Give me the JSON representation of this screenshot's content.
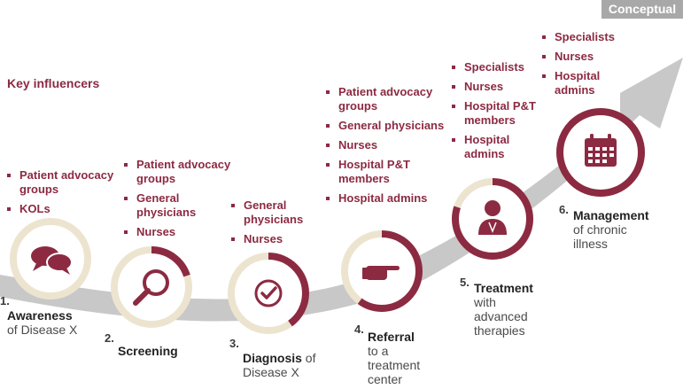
{
  "badge": "Conceptual",
  "key_influencers_label": "Key influencers",
  "colors": {
    "maroon": "#8c2a42",
    "ring_light": "#ede4d0",
    "road_gray": "#c8c8c8"
  },
  "stages": [
    {
      "number": "1.",
      "name": "Awareness",
      "desc": "of Disease X",
      "icon": "speech-bubbles-icon",
      "progress": 0.0,
      "influencers": [
        "Patient advocacy groups",
        "KOLs"
      ]
    },
    {
      "number": "2.",
      "name": "Screening",
      "desc": "",
      "icon": "magnifier-icon",
      "progress": 0.2,
      "influencers": [
        "Patient advocacy groups",
        "General physicians",
        "Nurses"
      ]
    },
    {
      "number": "3.",
      "name": "Diagnosis",
      "desc": " of Disease X",
      "icon": "checkmark-icon",
      "progress": 0.4,
      "influencers": [
        "General physicians",
        "Nurses"
      ]
    },
    {
      "number": "4.",
      "name": "Referral",
      "desc": "to a treatment center",
      "icon": "pointing-hand-icon",
      "progress": 0.6,
      "influencers": [
        "Patient advocacy groups",
        "General physicians",
        "Nurses",
        "Hospital P&T members",
        "Hospital admins"
      ]
    },
    {
      "number": "5.",
      "name": "Treatment",
      "desc": "with advanced therapies",
      "icon": "doctor-icon",
      "progress": 0.8,
      "influencers": [
        "Specialists",
        "Nurses",
        "Hospital P&T members",
        "Hospital admins"
      ]
    },
    {
      "number": "6.",
      "name": "Management",
      "desc": "of chronic illness",
      "icon": "calendar-icon",
      "progress": 1.0,
      "influencers": [
        "Specialists",
        "Nurses",
        "Hospital admins"
      ]
    }
  ]
}
